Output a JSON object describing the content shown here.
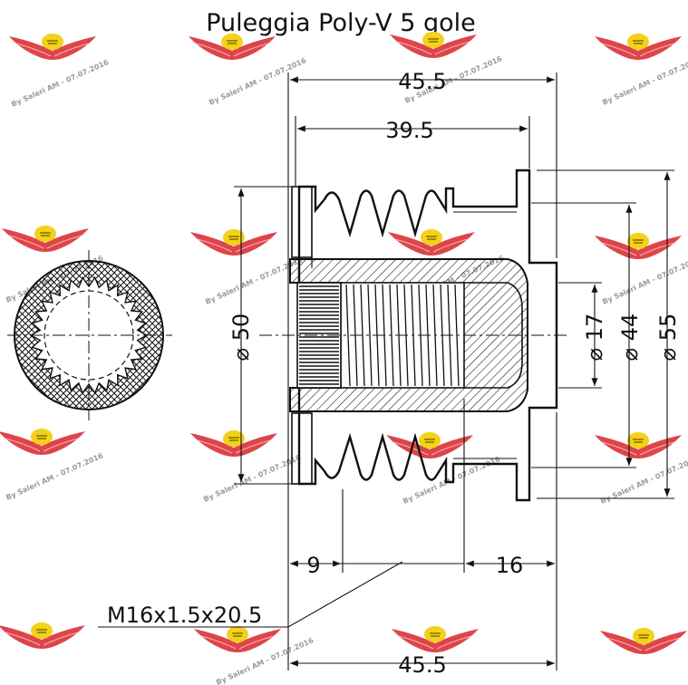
{
  "title": "Puleggia Poly-V 5 gole",
  "dimensions": {
    "overall_length_top": "45.5",
    "length_39": "39.5",
    "diameter_50": "⌀ 50",
    "diameter_17": "⌀ 17",
    "diameter_44": "⌀ 44",
    "diameter_55": "⌀ 55",
    "dim_9": "9",
    "dim_16": "16",
    "thread_spec": "M16x1.5x20.5",
    "overall_length_bottom": "45.5"
  },
  "watermark": {
    "text": "By Saleri AM - 07.07.2016",
    "colors": {
      "wing": "#d8242c",
      "badge": "#f2d21a"
    }
  }
}
